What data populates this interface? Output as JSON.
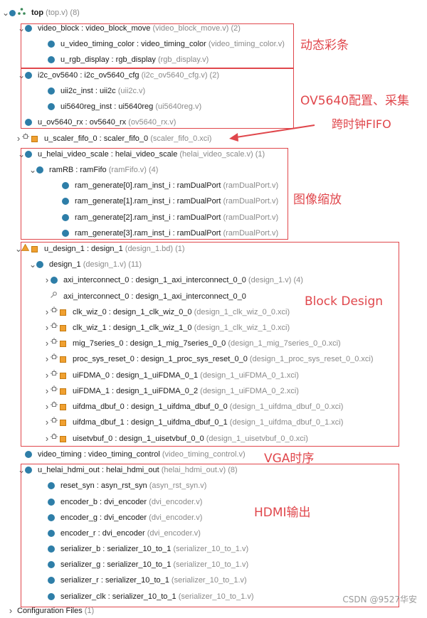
{
  "rows": [
    {
      "name": "top-node",
      "chev": "down",
      "icons": [
        "dot-top",
        "hier"
      ],
      "mod": "top",
      "src": "(top.v) (8)"
    },
    {
      "name": "video-block-node",
      "chev": "down",
      "icons": [
        "dot"
      ],
      "mod": "video_block : video_block_move",
      "src": "(video_block_move.v) (2)"
    },
    {
      "name": "u-video-timing-color-node",
      "chev": "",
      "icons": [
        "dot"
      ],
      "mod": "u_video_timing_color : video_timing_color",
      "src": "(video_timing_color.v)"
    },
    {
      "name": "u-rgb-display-node",
      "chev": "",
      "icons": [
        "dot"
      ],
      "mod": "u_rgb_display : rgb_display",
      "src": "(rgb_display.v)"
    },
    {
      "name": "i2c-ov5640-node",
      "chev": "down",
      "icons": [
        "dot"
      ],
      "mod": "i2c_ov5640 : i2c_ov5640_cfg",
      "src": "(i2c_ov5640_cfg.v) (2)"
    },
    {
      "name": "uii2c-inst-node",
      "chev": "",
      "icons": [
        "dot"
      ],
      "mod": "uii2c_inst : uii2c",
      "src": "(uii2c.v)"
    },
    {
      "name": "ui5640reg-inst-node",
      "chev": "",
      "icons": [
        "dot"
      ],
      "mod": "ui5640reg_inst : ui5640reg",
      "src": "(ui5640reg.v)"
    },
    {
      "name": "u-ov5640-rx-node",
      "chev": "",
      "icons": [
        "dot"
      ],
      "mod": "u_ov5640_rx : ov5640_rx",
      "src": "(ov5640_rx.v)"
    },
    {
      "name": "u-scaler-fifo-0-node",
      "chev": "right",
      "icons": [
        "ip",
        "sq"
      ],
      "mod": "u_scaler_fifo_0 : scaler_fifo_0",
      "src": "(scaler_fifo_0.xci)"
    },
    {
      "name": "u-helai-video-scale-node",
      "chev": "down",
      "icons": [
        "dot"
      ],
      "mod": "u_helai_video_scale : helai_video_scale",
      "src": "(helai_video_scale.v) (1)"
    },
    {
      "name": "ramrb-node",
      "chev": "down",
      "icons": [
        "dot"
      ],
      "mod": "ramRB : ramFifo",
      "src": "(ramFifo.v) (4)"
    },
    {
      "name": "ram-generate-0-node",
      "chev": "",
      "icons": [
        "dot"
      ],
      "mod": "ram_generate[0].ram_inst_i : ramDualPort",
      "src": "(ramDualPort.v)"
    },
    {
      "name": "ram-generate-1-node",
      "chev": "",
      "icons": [
        "dot"
      ],
      "mod": "ram_generate[1].ram_inst_i : ramDualPort",
      "src": "(ramDualPort.v)"
    },
    {
      "name": "ram-generate-2-node",
      "chev": "",
      "icons": [
        "dot"
      ],
      "mod": "ram_generate[2].ram_inst_i : ramDualPort",
      "src": "(ramDualPort.v)"
    },
    {
      "name": "ram-generate-3-node",
      "chev": "",
      "icons": [
        "dot"
      ],
      "mod": "ram_generate[3].ram_inst_i : ramDualPort",
      "src": "(ramDualPort.v)"
    },
    {
      "name": "u-design-1-node",
      "chev": "down",
      "icons": [
        "bd",
        "sq"
      ],
      "mod": "u_design_1 : design_1",
      "src": "(design_1.bd) (1)"
    },
    {
      "name": "design-1-node",
      "chev": "down",
      "icons": [
        "dot"
      ],
      "mod": "design_1",
      "src": "(design_1.v) (11)"
    },
    {
      "name": "axi-interconnect-0-node",
      "chev": "right",
      "icons": [
        "dot"
      ],
      "mod": "axi_interconnect_0 : design_1_axi_interconnect_0_0",
      "src": "(design_1.v) (4)"
    },
    {
      "name": "axi-interconnect-0-link-node",
      "chev": "",
      "icons": [
        "link"
      ],
      "mod": "axi_interconnect_0 : design_1_axi_interconnect_0_0",
      "src": ""
    },
    {
      "name": "clk-wiz-0-node",
      "chev": "right",
      "icons": [
        "ip",
        "sq"
      ],
      "mod": "clk_wiz_0 : design_1_clk_wiz_0_0",
      "src": "(design_1_clk_wiz_0_0.xci)"
    },
    {
      "name": "clk-wiz-1-node",
      "chev": "right",
      "icons": [
        "ip",
        "sq"
      ],
      "mod": "clk_wiz_1 : design_1_clk_wiz_1_0",
      "src": "(design_1_clk_wiz_1_0.xci)"
    },
    {
      "name": "mig-7series-0-node",
      "chev": "right",
      "icons": [
        "ip",
        "sq"
      ],
      "mod": "mig_7series_0 : design_1_mig_7series_0_0",
      "src": "(design_1_mig_7series_0_0.xci)"
    },
    {
      "name": "proc-sys-reset-0-node",
      "chev": "right",
      "icons": [
        "ip",
        "sq"
      ],
      "mod": "proc_sys_reset_0 : design_1_proc_sys_reset_0_0",
      "src": "(design_1_proc_sys_reset_0_0.xci)"
    },
    {
      "name": "uifdma-0-node",
      "chev": "right",
      "icons": [
        "ip",
        "sq"
      ],
      "mod": "uiFDMA_0 : design_1_uiFDMA_0_1",
      "src": "(design_1_uiFDMA_0_1.xci)"
    },
    {
      "name": "uifdma-1-node",
      "chev": "right",
      "icons": [
        "ip",
        "sq"
      ],
      "mod": "uiFDMA_1 : design_1_uiFDMA_0_2",
      "src": "(design_1_uiFDMA_0_2.xci)"
    },
    {
      "name": "uifdma-dbuf-0-node",
      "chev": "right",
      "icons": [
        "ip",
        "sq"
      ],
      "mod": "uifdma_dbuf_0 : design_1_uifdma_dbuf_0_0",
      "src": "(design_1_uifdma_dbuf_0_0.xci)"
    },
    {
      "name": "uifdma-dbuf-1-node",
      "chev": "right",
      "icons": [
        "ip",
        "sq"
      ],
      "mod": "uifdma_dbuf_1 : design_1_uifdma_dbuf_0_1",
      "src": "(design_1_uifdma_dbuf_0_1.xci)"
    },
    {
      "name": "uisetvbuf-0-node",
      "chev": "right",
      "icons": [
        "ip",
        "sq"
      ],
      "mod": "uisetvbuf_0 : design_1_uisetvbuf_0_0",
      "src": "(design_1_uisetvbuf_0_0.xci)"
    },
    {
      "name": "video-timing-node",
      "chev": "",
      "icons": [
        "dot"
      ],
      "mod": "video_timing : video_timing_control",
      "src": "(video_timing_control.v)"
    },
    {
      "name": "u-helai-hdmi-out-node",
      "chev": "down",
      "icons": [
        "dot"
      ],
      "mod": "u_helai_hdmi_out : helai_hdmi_out",
      "src": "(helai_hdmi_out.v) (8)"
    },
    {
      "name": "reset-syn-node",
      "chev": "",
      "icons": [
        "dot"
      ],
      "mod": "reset_syn : asyn_rst_syn",
      "src": "(asyn_rst_syn.v)"
    },
    {
      "name": "encoder-b-node",
      "chev": "",
      "icons": [
        "dot"
      ],
      "mod": "encoder_b : dvi_encoder",
      "src": "(dvi_encoder.v)"
    },
    {
      "name": "encoder-g-node",
      "chev": "",
      "icons": [
        "dot"
      ],
      "mod": "encoder_g : dvi_encoder",
      "src": "(dvi_encoder.v)"
    },
    {
      "name": "encoder-r-node",
      "chev": "",
      "icons": [
        "dot"
      ],
      "mod": "encoder_r : dvi_encoder",
      "src": "(dvi_encoder.v)"
    },
    {
      "name": "serializer-b-node",
      "chev": "",
      "icons": [
        "dot"
      ],
      "mod": "serializer_b : serializer_10_to_1",
      "src": "(serializer_10_to_1.v)"
    },
    {
      "name": "serializer-g-node",
      "chev": "",
      "icons": [
        "dot"
      ],
      "mod": "serializer_g : serializer_10_to_1",
      "src": "(serializer_10_to_1.v)"
    },
    {
      "name": "serializer-r-node",
      "chev": "",
      "icons": [
        "dot"
      ],
      "mod": "serializer_r : serializer_10_to_1",
      "src": "(serializer_10_to_1.v)"
    },
    {
      "name": "serializer-clk-node",
      "chev": "",
      "icons": [
        "dot"
      ],
      "mod": "serializer_clk : serializer_10_to_1",
      "src": "(serializer_10_to_1.v)"
    },
    {
      "name": "configuration-files-node",
      "chev": "right",
      "icons": [],
      "mod": "Configuration Files",
      "src": "(1)"
    }
  ],
  "annotations": {
    "dynamic_color_bar": "动态彩条",
    "ov5640_config_capture": "OV5640配置、采集",
    "cross_clock_fifo": "跨时钟FIFO",
    "image_scaling": "图像缩放",
    "block_design": "Block Design",
    "vga_timing": "VGA时序",
    "hdmi_output": "HDMI输出"
  },
  "watermark": "CSDN @9527华安",
  "colors": {
    "annotation_red": "#e0474c",
    "module_dot_blue": "#2e7ea8",
    "ip_square_orange": "#f0a030",
    "source_gray": "#8a8a8a"
  }
}
